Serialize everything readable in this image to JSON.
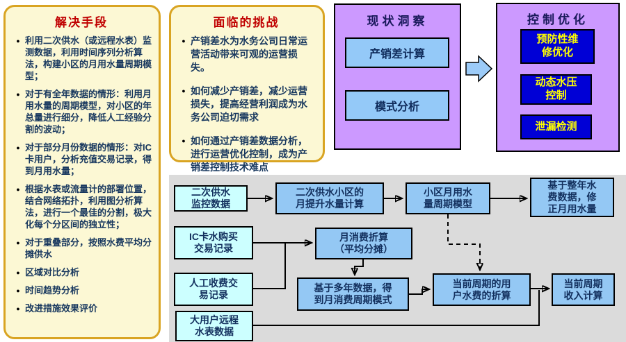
{
  "solution_panel": {
    "title": "解决手段",
    "items": [
      "利用二次供水（或远程水表）监测数据，利用时间序列分析算法，构建小区的月用水量周期模型；",
      "对于有全年数据的情形：利用月用水量的周期模型，对小区的年总量进行细分，降低人工经验分割的波动；",
      "对于部分月份数据的情形：对IC卡用户，分析充值交易记录，得到月用水量；",
      "根据水表或流量计的部署位置，结合网络拓扑，利用图分析算法，进行一个最佳的分割，极大化每个分区间的独立性；",
      "对于重叠部分，按照水费平均分摊供水",
      "区域对比分析",
      "时间趋势分析",
      "改进措施效果评价"
    ]
  },
  "challenge_panel": {
    "title": "面临的挑战",
    "items": [
      "产销差水为水务公司日常运营活动带来可观的运营损失。",
      "如何减少产销差，减少运营损失，提高经营利润成为水务公司迫切需求",
      "如何通过产销差数据分析，进行运营优化控制，成为产销差控制技术难点"
    ]
  },
  "insight_panel": {
    "title": "现状洞察",
    "boxes": [
      "产销差计算",
      "模式分析"
    ]
  },
  "control_panel": {
    "title": "控制优化",
    "boxes": [
      "预防性维\n修优化",
      "动态水压\n控制",
      "泄漏检测"
    ]
  },
  "flowchart": {
    "nodes": {
      "secondary_supply_data": "二次供水\n监控数据",
      "monthly_lift_calc": "二次供水小区的\n月提升水量计算",
      "district_cycle_model": "小区月用水\n量周期模型",
      "annual_fee_correction": "基于整年水\n费数据，修\n正月用水量",
      "ic_card_records": "IC卡水购买\n交易记录",
      "monthly_consumption_conv": "月消费折算\n（平均分摊）",
      "manual_fee_records": "人工收费交\n易记录",
      "multi_year_pattern": "基于多年数据，得\n到月消费周期模式",
      "current_cycle_fee_conv": "当前周期的用\n户水费的折算",
      "current_cycle_income": "当前周期\n收入计算",
      "large_user_meter_data": "大用户远程\n水表数据"
    }
  },
  "colors": {
    "panel_yellow_fill": "#FCF8D4",
    "panel_yellow_border": "#D9A422",
    "panel_title_red": "#C00000",
    "purple_fill": "#CC99FF",
    "navy_text": "#17375E",
    "insight_box_blue": "#94C9F8",
    "flow_box_blue": "#94C8F4",
    "flow_box_cyan": "#CCFFFF",
    "control_box_blue": "#0000D6",
    "control_box_text_yellow": "#FFFF00",
    "flow_area_gray": "#DBDBDB"
  }
}
